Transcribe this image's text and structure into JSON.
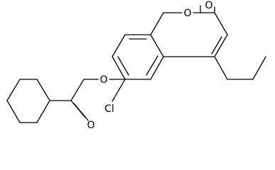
{
  "molecule": {
    "atoms": {
      "carbonyl_oxygen_top": "O",
      "ring_oxygen": "O",
      "ester_oxygen": "O",
      "ester_carbonyl_oxygen": "O",
      "chlorine": "Cl"
    }
  }
}
